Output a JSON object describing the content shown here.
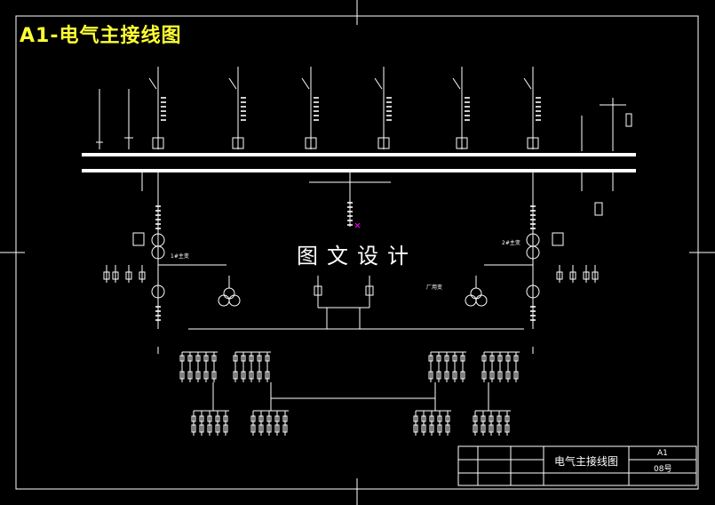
{
  "drawing": {
    "title": "A1-电气主接线图",
    "watermark": "图文设计"
  },
  "labels": {
    "l1": "1#主变",
    "l2": "2#主变",
    "l3": "厂用变"
  },
  "title_block": {
    "drawing_name": "电气主接线图",
    "sheet_size": "A1",
    "sheet_number": "08号"
  },
  "colors": {
    "background": "#000000",
    "lines": "#ffffff",
    "title": "#ffff33",
    "marker": "#ff00ff"
  }
}
